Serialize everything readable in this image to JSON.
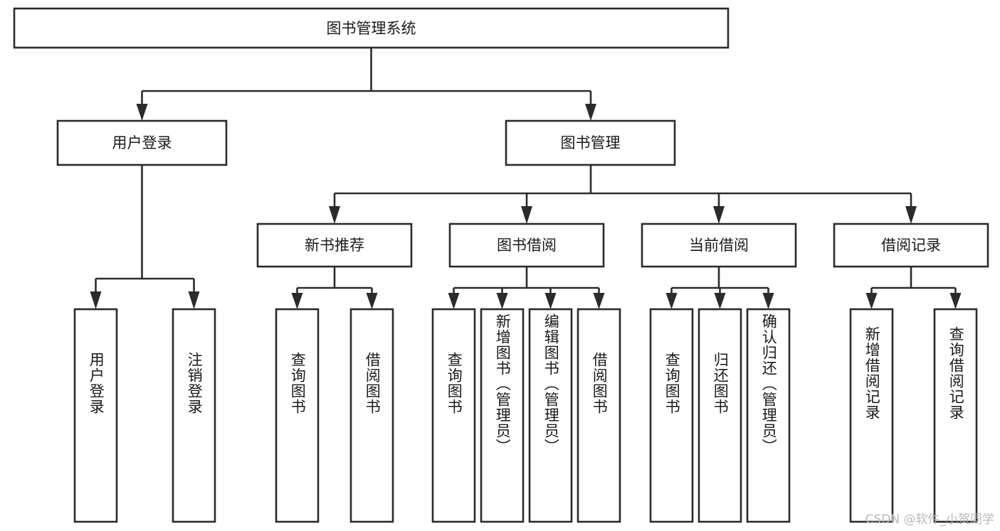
{
  "diagram": {
    "type": "tree",
    "title": "图书管理系统",
    "orientation": "top-down",
    "watermark": "CSDN @软件_小贺同学",
    "colors": {
      "box_fill": "#ffffff",
      "box_stroke": "#2b2b2b",
      "text": "#1a1a1a",
      "watermark": "#b9b9b9",
      "background": "#ffffff"
    },
    "nodes": {
      "root": {
        "label": "图书管理系统"
      },
      "level2": [
        {
          "id": "user-login",
          "label": "用户登录"
        },
        {
          "id": "book-manage",
          "label": "图书管理"
        }
      ],
      "level3": [
        {
          "id": "new-book-recommend",
          "label": "新书推荐",
          "parent": "book-manage"
        },
        {
          "id": "book-borrow",
          "label": "图书借阅",
          "parent": "book-manage"
        },
        {
          "id": "current-borrow",
          "label": "当前借阅",
          "parent": "book-manage"
        },
        {
          "id": "borrow-record",
          "label": "借阅记录",
          "parent": "book-manage"
        }
      ],
      "leaves": [
        {
          "id": "leaf-user-login",
          "label": "用户登录",
          "parent": "user-login"
        },
        {
          "id": "leaf-logout-login",
          "label": "注销登录",
          "parent": "user-login"
        },
        {
          "id": "leaf-query-book-1",
          "label": "查询图书",
          "parent": "new-book-recommend"
        },
        {
          "id": "leaf-borrow-book-1",
          "label": "借阅图书",
          "parent": "new-book-recommend"
        },
        {
          "id": "leaf-query-book-2",
          "label": "查询图书",
          "parent": "book-borrow"
        },
        {
          "id": "leaf-add-book",
          "label": "新增图书（管理员）",
          "parent": "book-borrow"
        },
        {
          "id": "leaf-edit-book",
          "label": "编辑图书（管理员）",
          "parent": "book-borrow"
        },
        {
          "id": "leaf-borrow-book-2",
          "label": "借阅图书",
          "parent": "book-borrow"
        },
        {
          "id": "leaf-query-book-3",
          "label": "查询图书",
          "parent": "current-borrow"
        },
        {
          "id": "leaf-return-book",
          "label": "归还图书",
          "parent": "current-borrow"
        },
        {
          "id": "leaf-confirm-return",
          "label": "确认归还（管理员）",
          "parent": "current-borrow"
        },
        {
          "id": "leaf-add-record",
          "label": "新增借阅记录",
          "parent": "borrow-record"
        },
        {
          "id": "leaf-query-record",
          "label": "查询借阅记录",
          "parent": "borrow-record"
        }
      ]
    }
  }
}
